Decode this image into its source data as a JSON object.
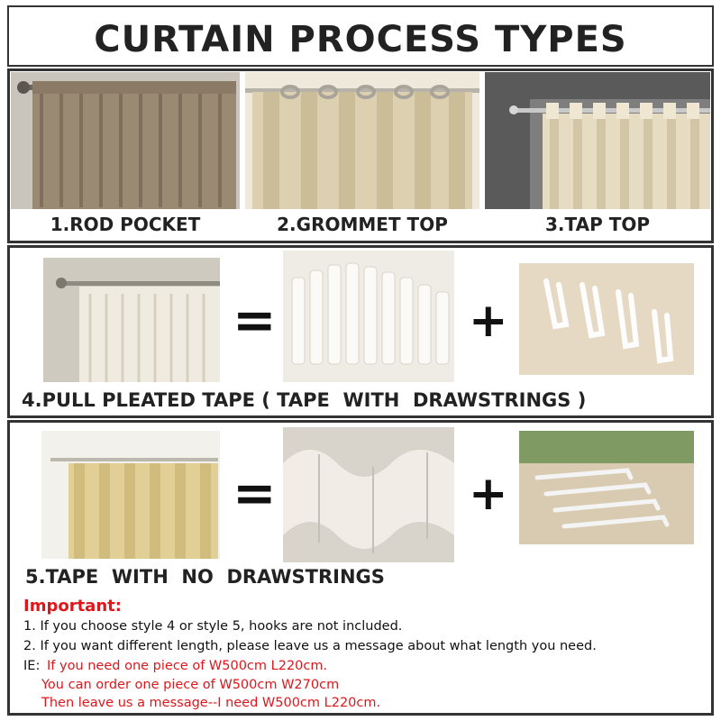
{
  "title": "CURTAIN PROCESS TYPES",
  "types_row1": [
    {
      "label": "1.ROD POCKET"
    },
    {
      "label": "2.GROMMET TOP"
    },
    {
      "label": "3.TAP TOP"
    }
  ],
  "row4": {
    "label": "4.PULL PLEATED TAPE ( TAPE  WITH  DRAWSTRINGS )",
    "equals": "=",
    "plus": "+"
  },
  "row5": {
    "label": "5.TAPE  WITH  NO  DRAWSTRINGS",
    "equals": "=",
    "plus": "+"
  },
  "notes": {
    "heading": "Important:",
    "line1": "1. If you choose style 4 or style 5, hooks are not included.",
    "line2": "2. If you want different length, please leave us a message about what length you need.",
    "ie_prefix": "IE:",
    "ie1": "If you need one piece of W500cm L220cm.",
    "ie2": "You can order one piece of W500cm W270cm",
    "ie3": "Then leave us a message--I need W500cm L220cm."
  },
  "colors": {
    "accent_red": "#e0161b",
    "frame": "#333333",
    "curtain_beige": "#e8dcc0",
    "curtain_brown": "#9b8a73"
  }
}
